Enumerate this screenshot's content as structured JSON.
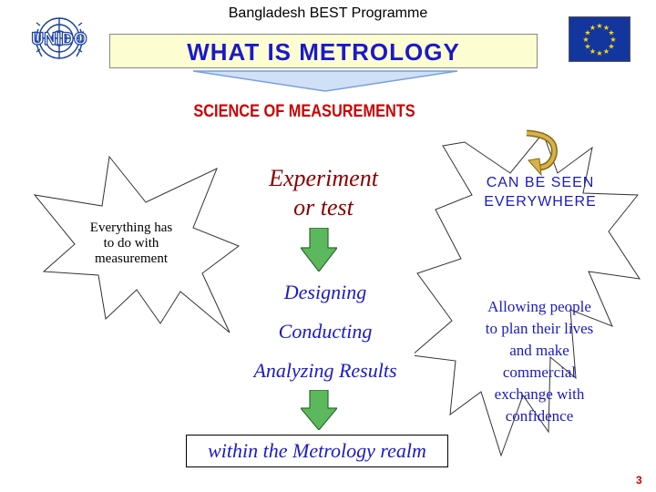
{
  "header": {
    "programme_title": "Bangladesh BEST Programme",
    "logo_text": "UNIDO"
  },
  "banner": {
    "title": "WHAT IS METROLOGY"
  },
  "subtitle": "SCIENCE OF MEASUREMENTS",
  "left_burst": {
    "text_lines": [
      "Everything has",
      "to do with",
      "measurement"
    ]
  },
  "center": {
    "experiment_lines": [
      "Experiment",
      "or test"
    ],
    "steps": [
      "Designing",
      "Conducting",
      "Analyzing Results"
    ],
    "realm": "within the Metrology realm"
  },
  "right_burst": {
    "heading_lines": [
      "CAN BE SEEN",
      "EVERYWHERE"
    ],
    "text_lines": [
      "Allowing people",
      "to plan their lives",
      "and make",
      "commercial",
      "exchange with",
      "confidence"
    ]
  },
  "page_number": "3",
  "colors": {
    "banner_text": "#1a1ac8",
    "subtitle": "#cc0000",
    "experiment": "#8b0000",
    "step_text": "#1a1ac8",
    "arrow": "#5cb85c",
    "flag": "#13369e",
    "star": "#ffd700"
  },
  "icons": {
    "left_logo": "un-emblem-icon",
    "flag": "eu-flag-icon",
    "curved_arrow": "curved-arrow-icon",
    "down_arrow": "down-arrow-icon"
  }
}
